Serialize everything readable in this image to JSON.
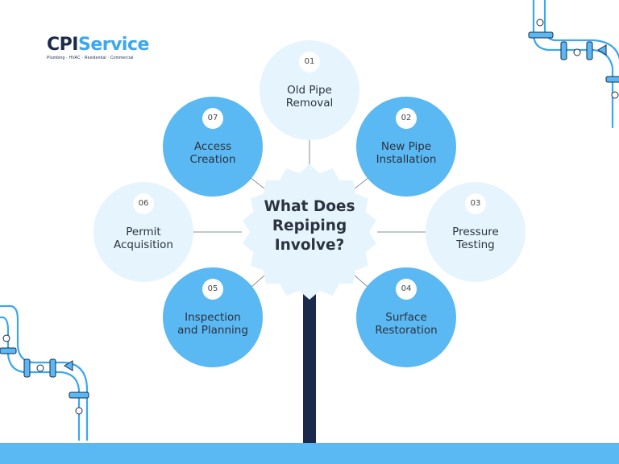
{
  "logo": {
    "brand_part1": "CPI",
    "brand_part2": "Service",
    "tagline": "Plumbing · HVAC · Residential · Commercial"
  },
  "center": {
    "title": "What Does\nRepiping\nInvolve?"
  },
  "steps": [
    {
      "number": "01",
      "label": "Old Pipe\nRemoval"
    },
    {
      "number": "02",
      "label": "New Pipe\nInstallation"
    },
    {
      "number": "03",
      "label": "Pressure\nTesting"
    },
    {
      "number": "04",
      "label": "Surface\nRestoration"
    },
    {
      "number": "05",
      "label": "Inspection\nand Planning"
    },
    {
      "number": "06",
      "label": "Permit\nAcquisition"
    },
    {
      "number": "07",
      "label": "Access\nCreation"
    }
  ],
  "colors": {
    "light_circle": "#e5f4fd",
    "dark_circle": "#5ab8f2",
    "navy": "#1b2a4a",
    "text": "#2c3340",
    "pipe": "#3ba7ee"
  }
}
